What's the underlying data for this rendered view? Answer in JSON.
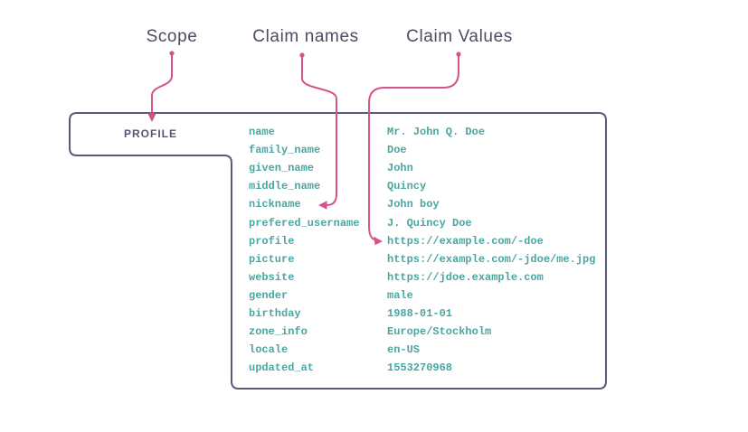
{
  "diagram": {
    "labels": {
      "scope": "Scope",
      "claim_names": "Claim names",
      "claim_values": "Claim Values"
    },
    "scope_name": "PROFILE",
    "claims": {
      "rows": [
        {
          "name": "name",
          "value": "Mr. John Q. Doe"
        },
        {
          "name": "family_name",
          "value": "Doe"
        },
        {
          "name": "given_name",
          "value": "John"
        },
        {
          "name": "middle_name",
          "value": "Quincy"
        },
        {
          "name": "nickname",
          "value": "John boy"
        },
        {
          "name": "prefered_username",
          "value": "J. Quincy Doe"
        },
        {
          "name": "profile",
          "value": "https://example.com/-doe"
        },
        {
          "name": "picture",
          "value": "https://example.com/-jdoe/me.jpg"
        },
        {
          "name": "website",
          "value": "https://jdoe.example.com"
        },
        {
          "name": "gender",
          "value": "male"
        },
        {
          "name": "birthday",
          "value": "1988-01-01"
        },
        {
          "name": "zone_info",
          "value": "Europe/Stockholm"
        },
        {
          "name": "locale",
          "value": "en-US"
        },
        {
          "name": "updated_at",
          "value": "1553270968"
        }
      ]
    },
    "connections": [
      {
        "from": "Scope",
        "to": "PROFILE"
      },
      {
        "from": "Claim names",
        "to": "nickname"
      },
      {
        "from": "Claim Values",
        "to": "https://example.com/-doe"
      }
    ],
    "colors": {
      "outline": "#5b5b79",
      "label": "#4c4c62",
      "scope_text": "#565674",
      "claim_text": "#4aa6a1",
      "arrow": "#d4538c"
    }
  }
}
